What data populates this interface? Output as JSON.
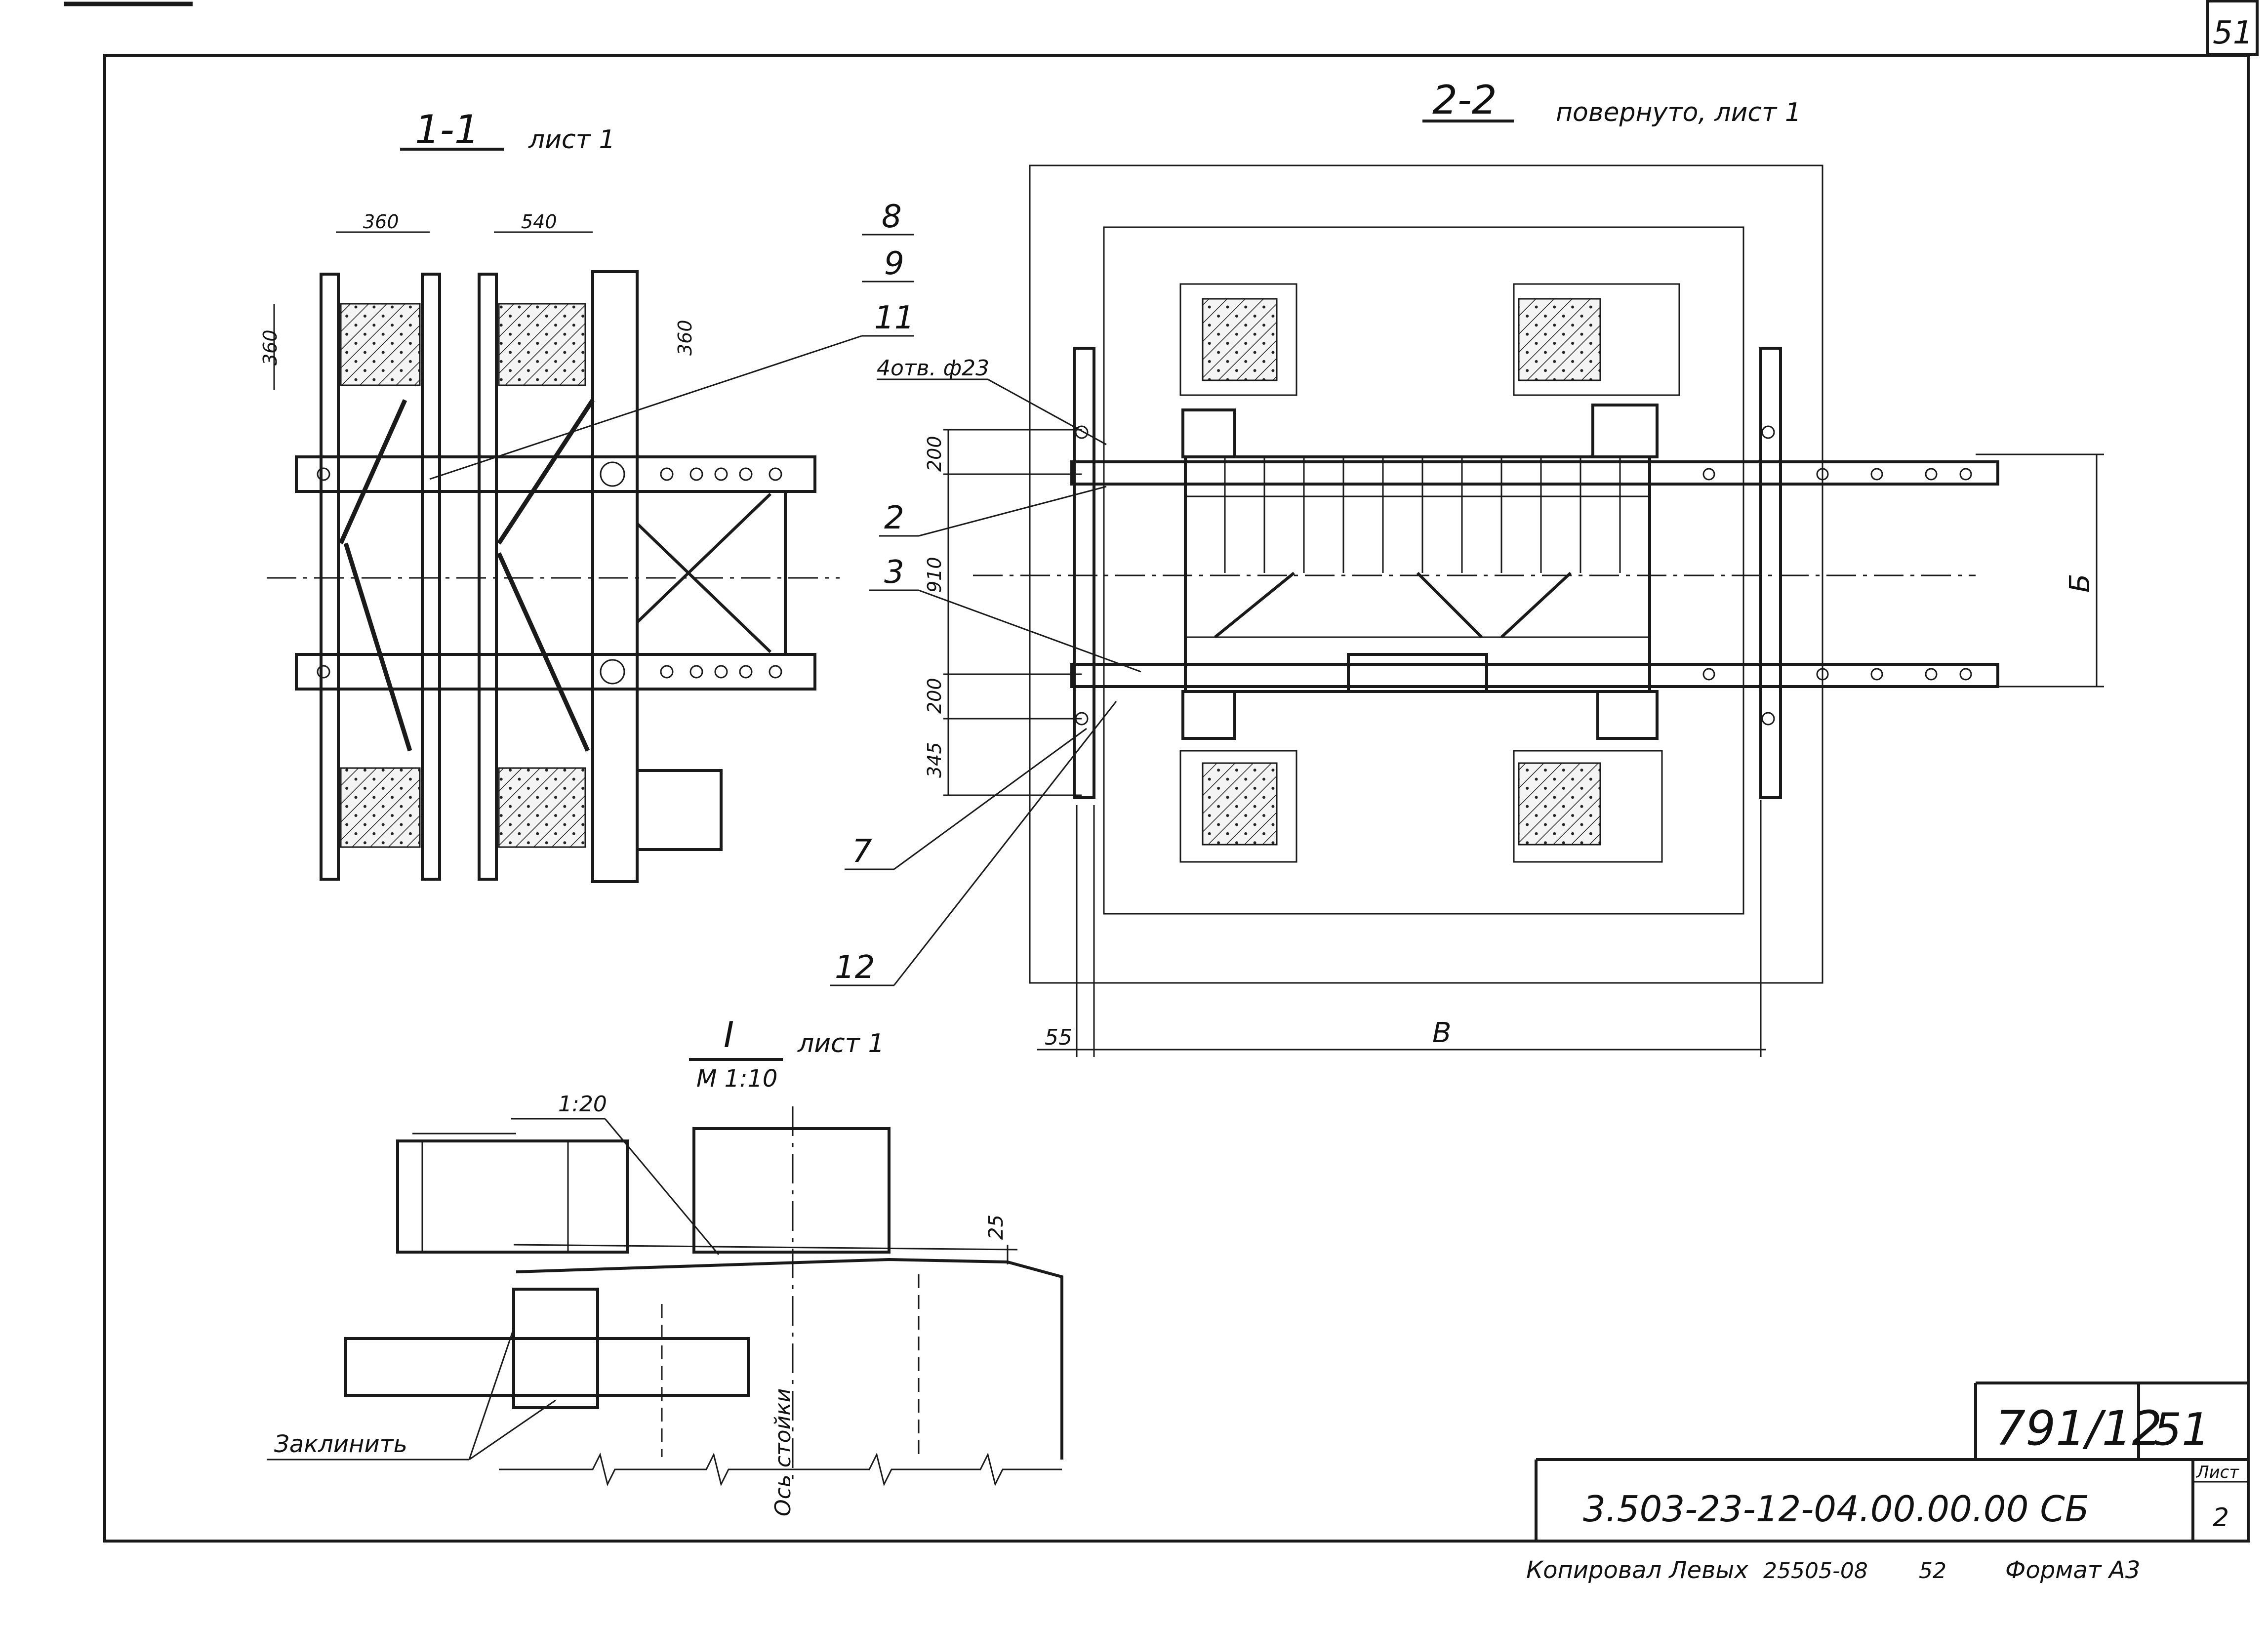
{
  "sheet": {
    "corner_number": "51",
    "code": "791/12",
    "code_sheet": "51",
    "designation": "3.503-23-12-04.00.00.00 СБ",
    "list_label": "Лист",
    "list_number": "2",
    "footer": {
      "copied": "Копировал Левых",
      "order": "25505-08",
      "count": "52",
      "format": "Формат А3"
    }
  },
  "view_1_1": {
    "title": "1-1",
    "ref": "лист 1",
    "dims": [
      "360",
      "540",
      "360",
      "360"
    ]
  },
  "view_2_2": {
    "title": "2-2",
    "ref": "повернуто,   лист 1",
    "holes_note": "4отв. ф23",
    "dims_vertical": [
      "200",
      "910",
      "200",
      "345"
    ],
    "dim_right": "Б",
    "dim_bottom_small": "55",
    "dim_bottom": "В"
  },
  "positions": [
    "8",
    "9",
    "11",
    "2",
    "3",
    "7",
    "12"
  ],
  "detail_I": {
    "title": "I",
    "ref": "лист 1",
    "scale": "М 1:10",
    "slope": "1:20",
    "dim": "25",
    "wedge_note": "Заклинить",
    "axis_label": "Ось стойки"
  }
}
